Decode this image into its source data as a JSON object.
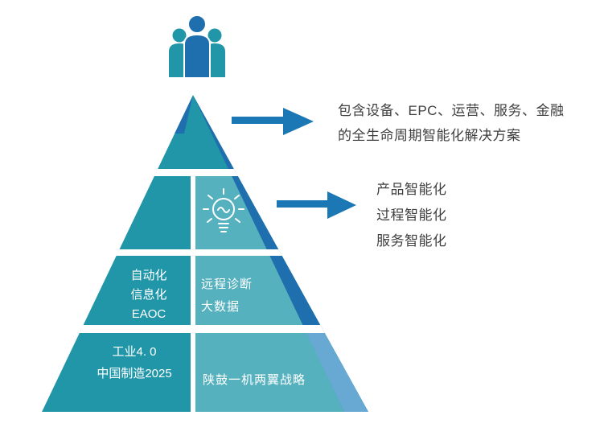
{
  "annotations": {
    "top": {
      "lines": [
        "包含设备、EPC、运营、服务、金融",
        "的全生命周期智能化解决方案"
      ]
    },
    "middle": {
      "lines": [
        "产品智能化",
        "过程智能化",
        "服务智能化"
      ]
    }
  },
  "pyramid": {
    "tier3_left": {
      "lines": [
        "自动化",
        "信息化",
        "EAOC"
      ]
    },
    "tier3_right": {
      "lines": [
        "远程诊断",
        "大数据"
      ]
    },
    "tier4_left": {
      "lines": [
        "工业4. 0",
        "中国制造2025"
      ]
    },
    "tier4_right": {
      "label": "陕鼓一机两翼战略"
    }
  },
  "icons": {
    "people": "people-group-icon",
    "lightbulb": "lightbulb-icon"
  },
  "colors": {
    "teal": "#2196a8",
    "teal_light": "#56b1bf",
    "band_dark": "#1f6fae",
    "band_light": "#68a9d4",
    "arrow": "#1b78b5",
    "text": "#3f3f3f",
    "white": "#ffffff"
  }
}
